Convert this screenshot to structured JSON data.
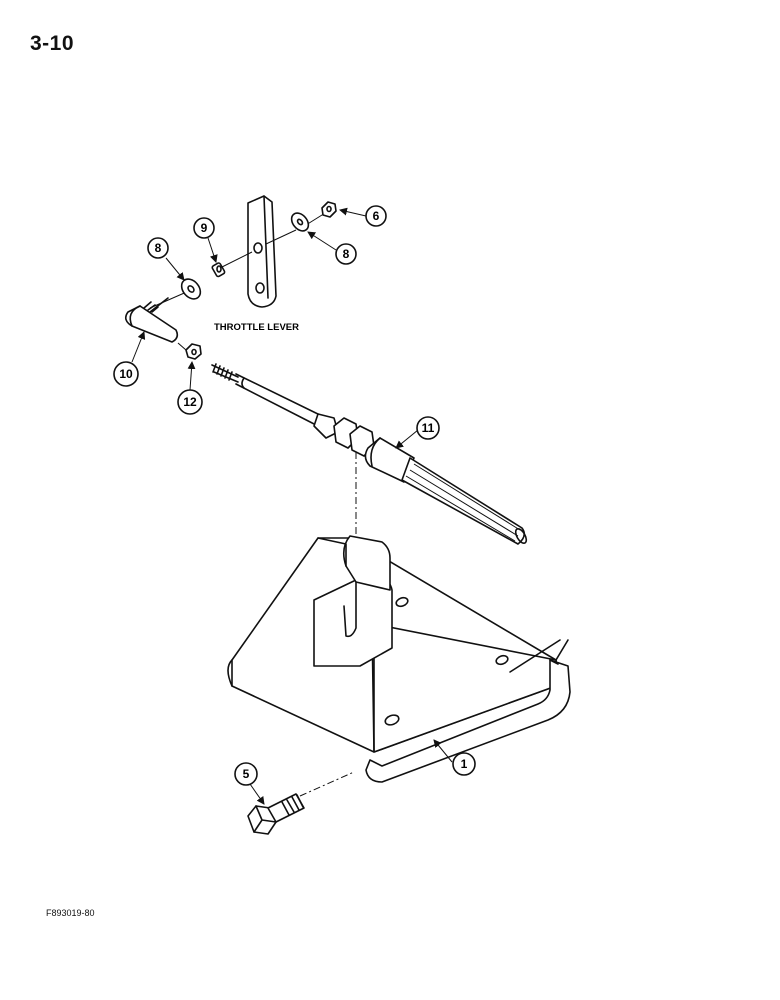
{
  "page": {
    "number": "3-10",
    "figure_code": "F893019-80"
  },
  "labels": {
    "throttle_lever": "THROTTLE LEVER"
  },
  "callouts": {
    "c1": "1",
    "c5": "5",
    "c6": "6",
    "c8a": "8",
    "c8b": "8",
    "c9": "9",
    "c10": "10",
    "c11": "11",
    "c12": "12"
  }
}
